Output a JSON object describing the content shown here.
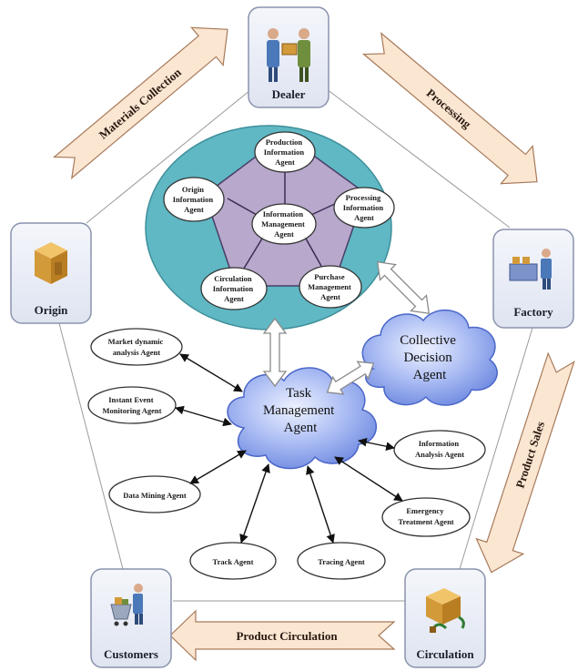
{
  "nodes": {
    "dealer": "Dealer",
    "origin": "Origin",
    "factory": "Factory",
    "customers": "Customers",
    "circulation": "Circulation"
  },
  "flows": {
    "materials_collection": "Materials Collection",
    "processing": "Processing",
    "product_sales": "Product Sales",
    "product_circulation": "Product Circulation"
  },
  "information_agents": {
    "production": [
      "Production",
      "Information",
      "Agent"
    ],
    "origin": [
      "Origin",
      "Information",
      "Agent"
    ],
    "processing": [
      "Processing",
      "Information",
      "Agent"
    ],
    "management": [
      "Information",
      "Management",
      "Agent"
    ],
    "circulation": [
      "Circulation",
      "Information",
      "Agent"
    ],
    "purchase": [
      "Purchase",
      "Management",
      "Agent"
    ]
  },
  "collective": [
    "Collective",
    "Decision",
    "Agent"
  ],
  "task": [
    "Task",
    "Management",
    "Agent"
  ],
  "task_agents": {
    "market": [
      "Market dynamic",
      "analysis Agent"
    ],
    "instant": [
      "Instant Event",
      "Monitoring Agent"
    ],
    "data_mining": [
      "Data Mining Agent"
    ],
    "track": [
      "Track Agent"
    ],
    "tracing": [
      "Tracing Agent"
    ],
    "emergency": [
      "Emergency",
      "Treatment Agent"
    ],
    "info_analysis": [
      "Information",
      "Analysis Agent"
    ]
  },
  "colors": {
    "node_bg": "#e8ecf6",
    "node_border": "#8a93ad",
    "lake": "#5fb8c4",
    "pentagon": "#b7a8cc",
    "cloud": "#8aa2ea",
    "flow_arrow": "#fbe6d2"
  }
}
